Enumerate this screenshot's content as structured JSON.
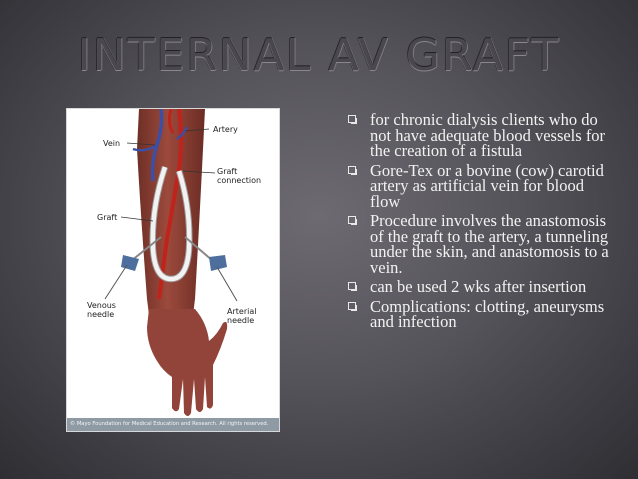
{
  "slide": {
    "title": "INTERNAL AV GRAFT",
    "figure": {
      "labels": {
        "artery": "Artery",
        "vein": "Vein",
        "graft_connection": "Graft connection",
        "graft": "Graft",
        "venous_needle": "Venous needle",
        "arterial_needle": "Arterial needle"
      },
      "credit": "© Mayo Foundation for Medical Education and Research. All rights reserved."
    },
    "bullets": [
      "for chronic dialysis clients who do not have adequate blood vessels for the creation of a fistula",
      "Gore-Tex or a bovine (cow) carotid artery as artificial vein for blood flow",
      "Procedure involves the anastomosis of the graft to the artery, a tunneling under the skin, and anastomosis to a vein.",
      "can be used 2 wks after insertion",
      "Complications: clotting, aneurysms and infection"
    ]
  },
  "colors": {
    "background": "#55535a",
    "title": "#4a484e",
    "bullet_text": "#f2f2f2",
    "skin": "#8d3f33",
    "artery": "#c0221c",
    "vein": "#3c4fa6",
    "graft": "#e9e9e9"
  },
  "icons": {
    "bullet": "checkbox-square-icon"
  }
}
